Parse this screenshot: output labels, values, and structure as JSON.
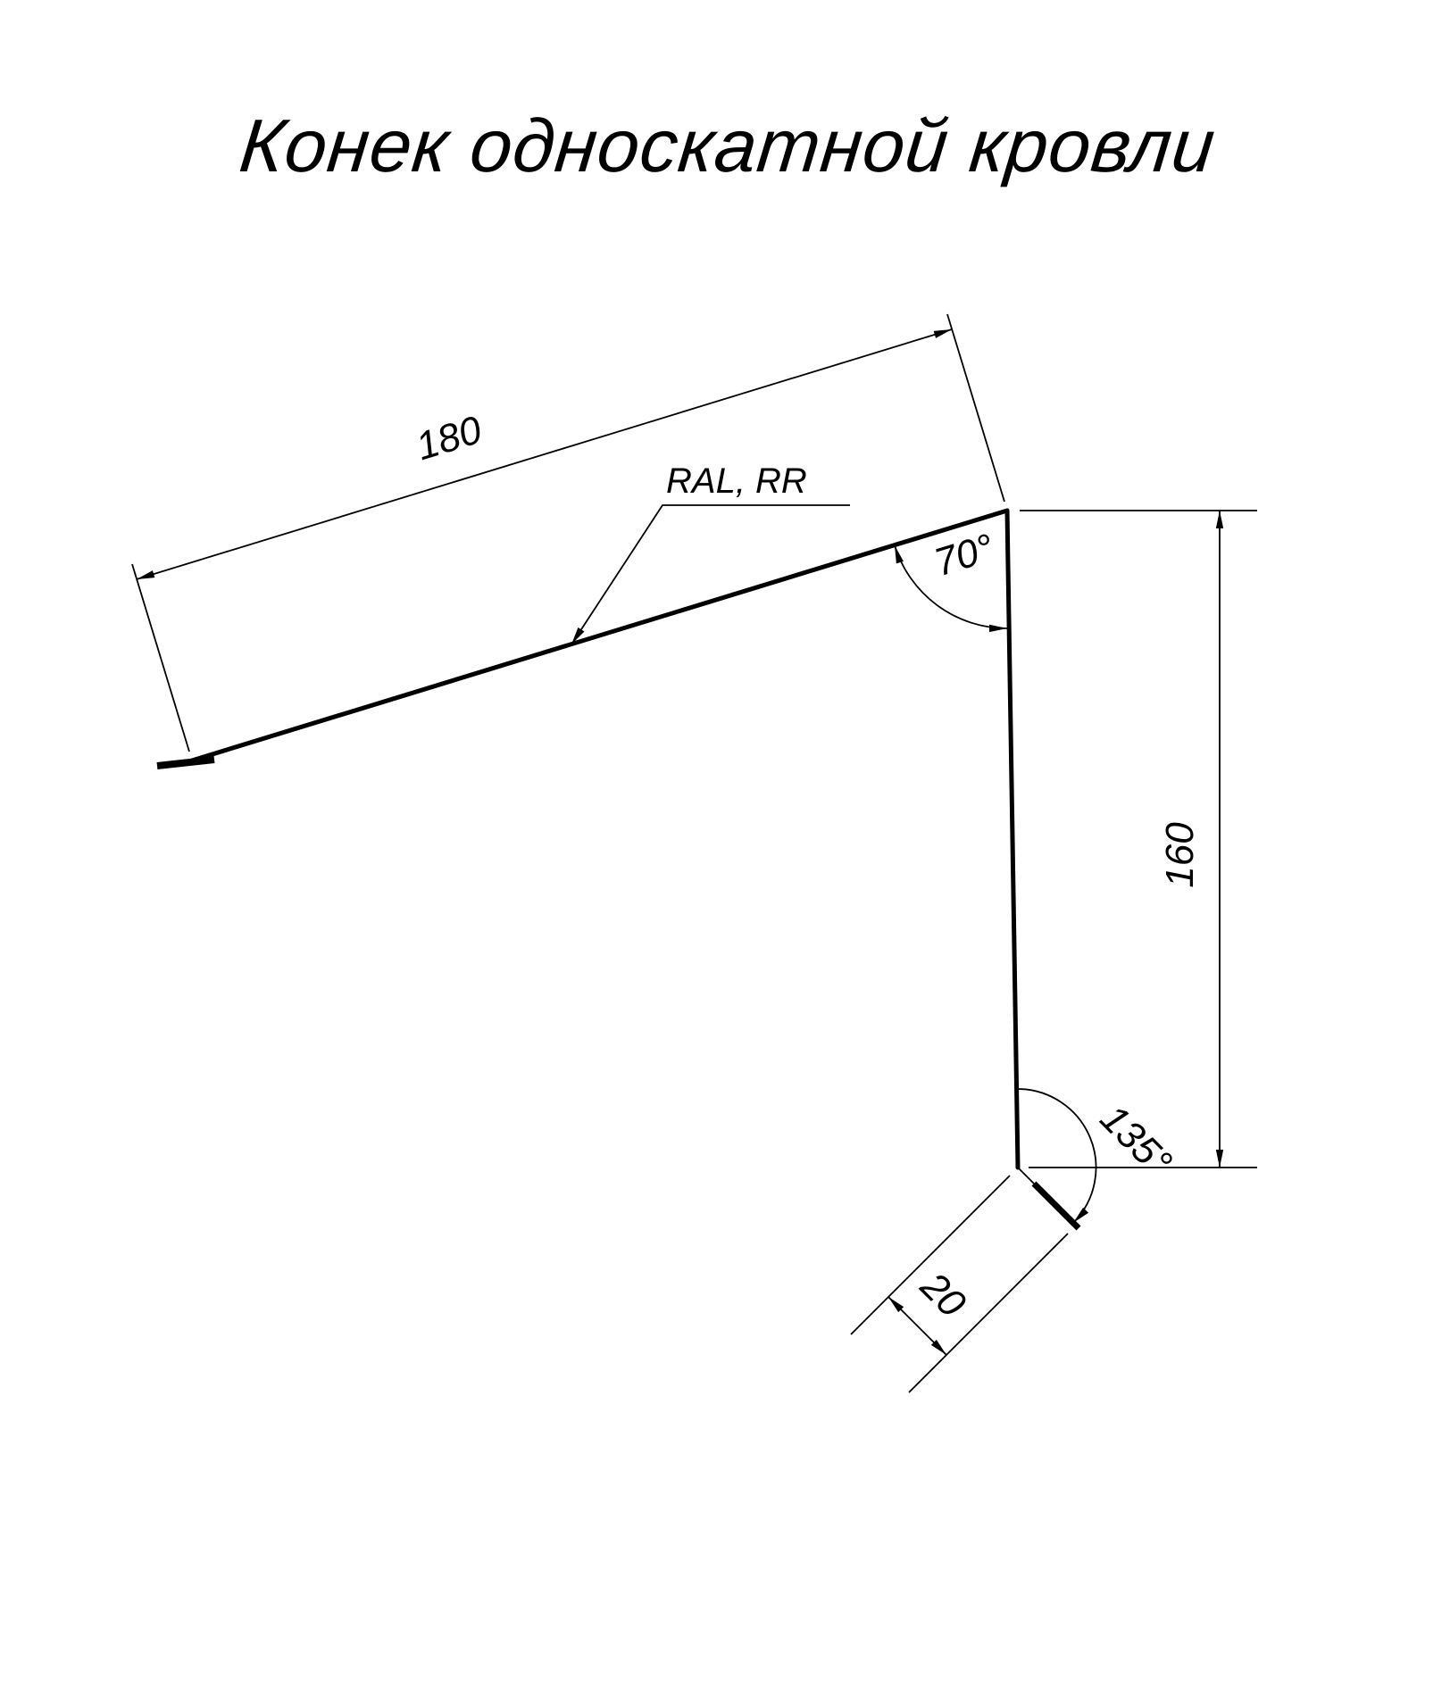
{
  "title": "Конек односкатной кровли",
  "labels": {
    "flange_length": "180",
    "coating": "RAL, RR",
    "apex_angle": "70°",
    "web_height": "160",
    "hem_angle": "135°",
    "hem_length": "20"
  },
  "colors": {
    "line": "#000000",
    "background": "#ffffff"
  }
}
